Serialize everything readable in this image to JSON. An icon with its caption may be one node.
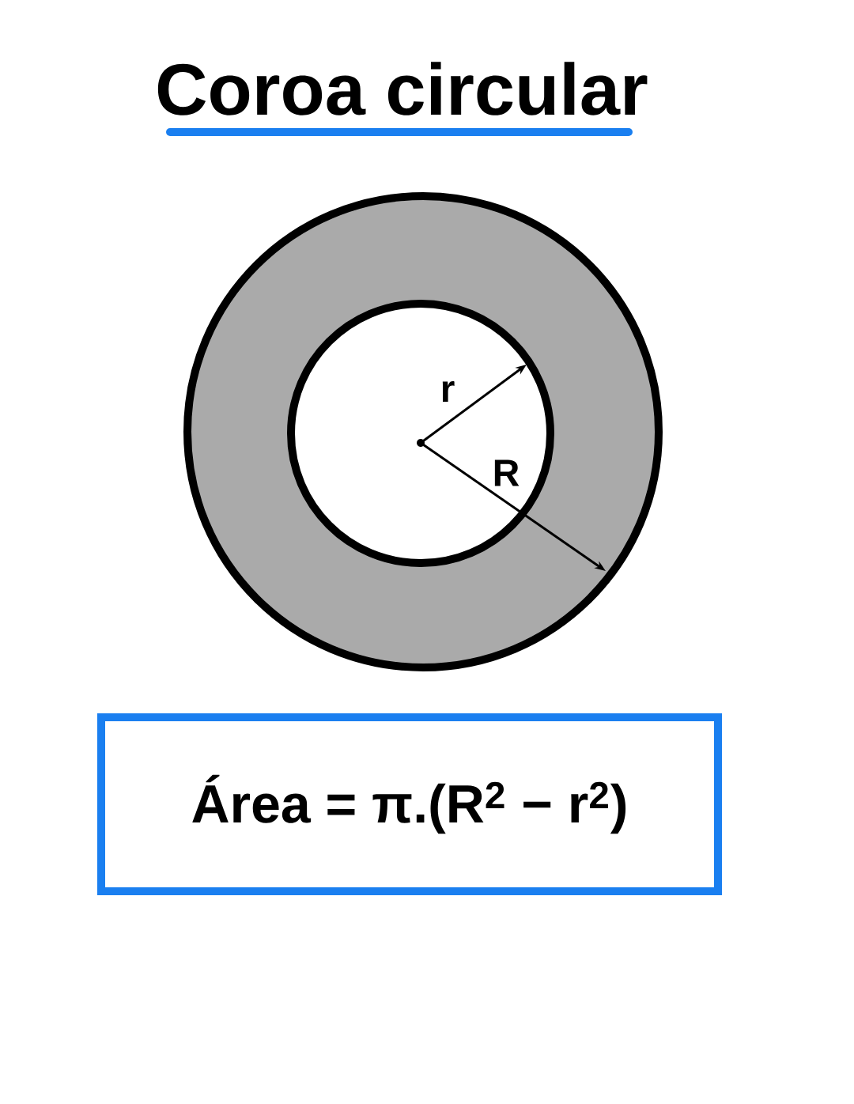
{
  "diagram": {
    "title": "Coroa circular",
    "nodes": [
      {
        "text": [
          "Área = π.(R$^{2}$ − r$^{2}$)"
        ]
      }
    ],
    "labels": [
      "r",
      "R"
    ]
  }
}
